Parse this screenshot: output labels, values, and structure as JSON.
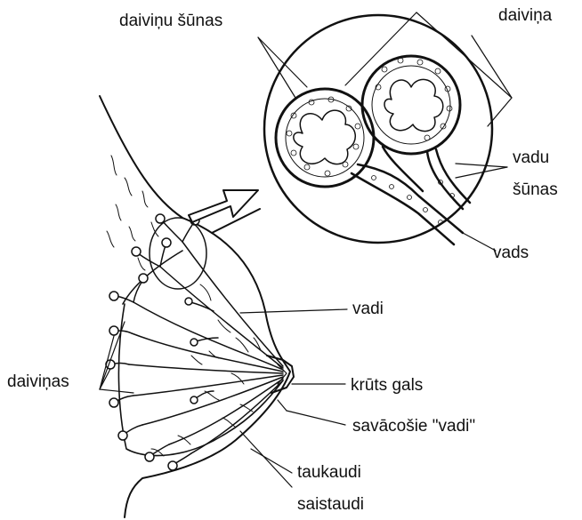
{
  "labels": {
    "lobule_alveoli": "daiviņu šūnas",
    "lobule": "daiviņa",
    "duct_cells_line1": "vadu",
    "duct_cells_line2": "šūnas",
    "duct": "vads",
    "ducts": "vadi",
    "lobes": "daiviņas",
    "nipple": "krūts gals",
    "collecting_ducts": "savācošie \"vadi\"",
    "fat_tissue": "taukaudi",
    "connective_tissue": "saistaudi"
  },
  "colors": {
    "ink": "#111111",
    "background": "#ffffff"
  }
}
